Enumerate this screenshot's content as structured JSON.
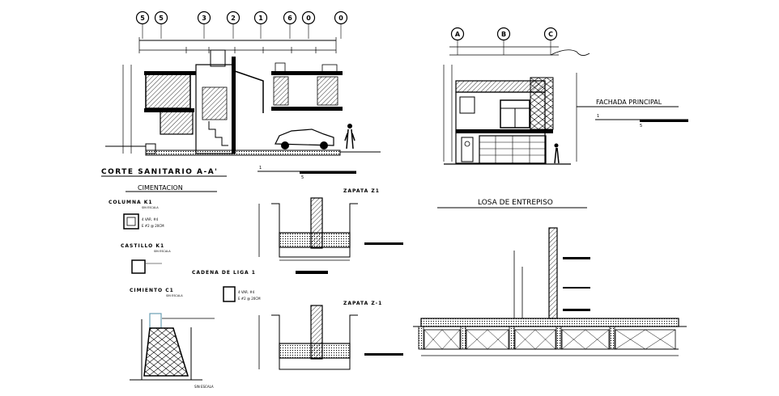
{
  "titles": {
    "corte_sanitario": "CORTE SANITARIO A-A'",
    "cimentacion": "CIMENTACION",
    "fachada": "FACHADA PRINCIPAL",
    "losa": "LOSA DE ENTREPISO",
    "columna": "COLUMNA K1",
    "castillo": "CASTILLO K1",
    "cimiento": "CIMIENTO C1",
    "cadena": "CADENA DE LIGA 1",
    "zapata_1": "ZAPATA Z1",
    "zapata_2": "ZAPATA Z-1"
  },
  "small_text": {
    "sin_escala": "SIN ESCALA",
    "varillas": "4 VAR. #4",
    "estribos": "E #2 @ 20CM",
    "scale_value": "5",
    "scale_value_fachada": "5",
    "scale_one": "1"
  },
  "grid_bubbles": {
    "section": [
      "5",
      "5",
      "3",
      "2",
      "1",
      "6",
      "0",
      "0"
    ],
    "facade": [
      "A",
      "B",
      "C"
    ]
  },
  "colors": {
    "line": "#000000",
    "hatch": "#000000",
    "background": "#ffffff"
  }
}
